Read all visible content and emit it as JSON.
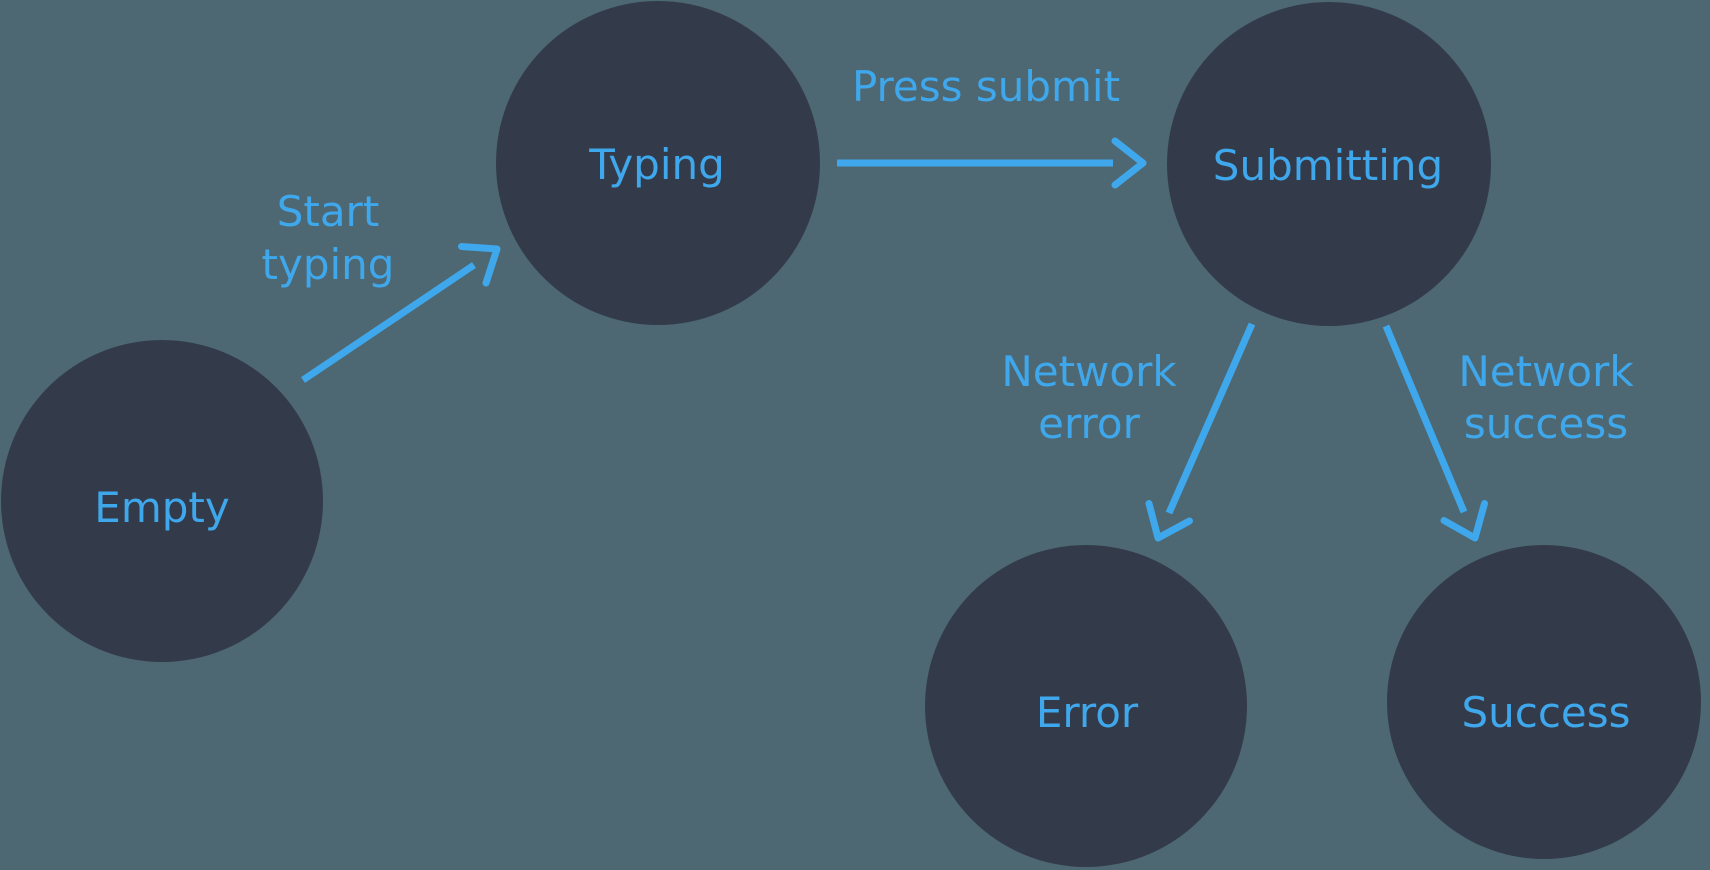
{
  "diagram": {
    "type": "state-machine",
    "colors": {
      "background": "#4D6872",
      "node_fill": "#333B4A",
      "accent": "#3FA7EC"
    },
    "states": [
      {
        "id": "empty",
        "label": "Empty"
      },
      {
        "id": "typing",
        "label": "Typing"
      },
      {
        "id": "submitting",
        "label": "Submitting"
      },
      {
        "id": "error",
        "label": "Error"
      },
      {
        "id": "success",
        "label": "Success"
      }
    ],
    "transitions": [
      {
        "id": "start-typing",
        "from": "empty",
        "to": "typing",
        "label_lines": [
          "Start",
          "typing"
        ]
      },
      {
        "id": "press-submit",
        "from": "typing",
        "to": "submitting",
        "label_lines": [
          "Press submit"
        ]
      },
      {
        "id": "network-error",
        "from": "submitting",
        "to": "error",
        "label_lines": [
          "Network",
          "error"
        ]
      },
      {
        "id": "network-success",
        "from": "submitting",
        "to": "success",
        "label_lines": [
          "Network",
          "success"
        ]
      }
    ]
  }
}
